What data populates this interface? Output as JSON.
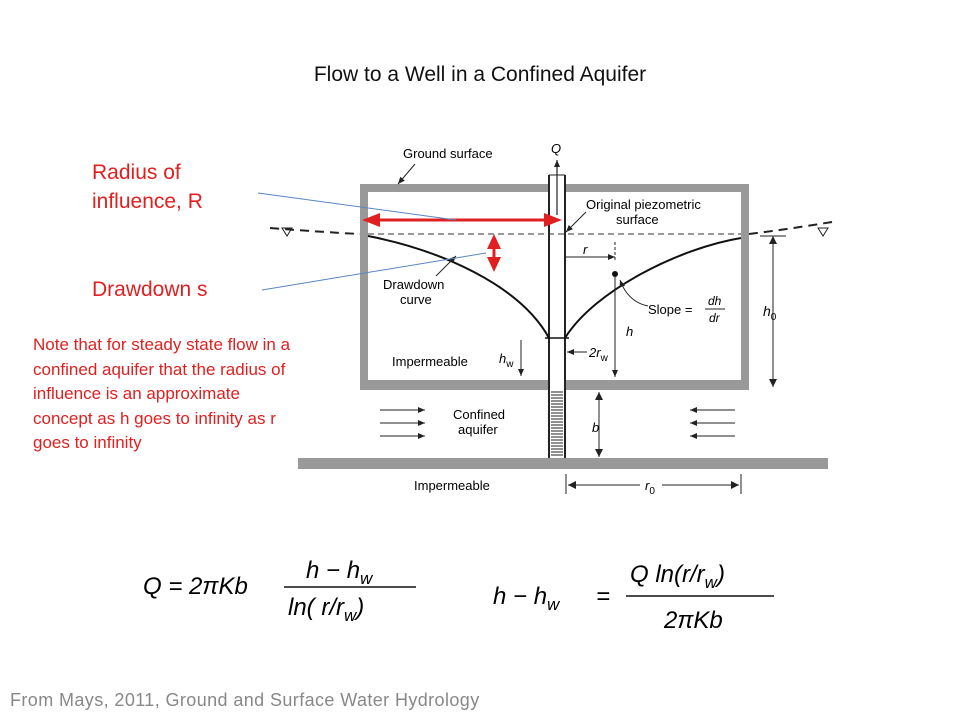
{
  "title": "Flow to a Well in a Confined Aquifer",
  "annotations": {
    "radius_line1": "Radius of",
    "radius_line2": "influence, R",
    "drawdown": "Drawdown  s",
    "note": "Note that for steady state flow in a confined aquifer that the radius of influence is an approximate concept as h goes to infinity as r goes to infinity"
  },
  "diagram": {
    "ground_surface": "Ground surface",
    "q": "Q",
    "original_line1": "Original piezometric",
    "original_line2": "surface",
    "r": "r",
    "drawdown_line1": "Drawdown",
    "drawdown_line2": "curve",
    "slope": "Slope =",
    "dh": "dh",
    "dr": "dr",
    "h": "h",
    "h0": "h",
    "h0_sub": "0",
    "hw": "h",
    "hw_sub": "w",
    "two_rw": "2r",
    "two_rw_sub": "w",
    "impermeable_upper": "Impermeable",
    "confined_line1": "Confined",
    "confined_line2": "aquifer",
    "b": "b",
    "impermeable_lower": "Impermeable",
    "r0": "r",
    "r0_sub": "0"
  },
  "equations": {
    "eq1_lhs": "Q = 2πKb",
    "eq1_num": "h − h",
    "eq1_num_sub": "w",
    "eq1_den": "ln( r/r",
    "eq1_den_sub": "w",
    "eq1_den_close": ")",
    "eq2_lhs": "h − h",
    "eq2_lhs_sub": "w",
    "eq2_eq": "=",
    "eq2_num": "Q ln(r/r",
    "eq2_num_sub": "w",
    "eq2_num_close": ")",
    "eq2_den": "2πKb"
  },
  "source": "From Mays, 2011, Ground and Surface Water Hydrology",
  "colors": {
    "red": "#e02020",
    "blue_pointer": "#5b86c4",
    "gray_fill": "#999999"
  }
}
